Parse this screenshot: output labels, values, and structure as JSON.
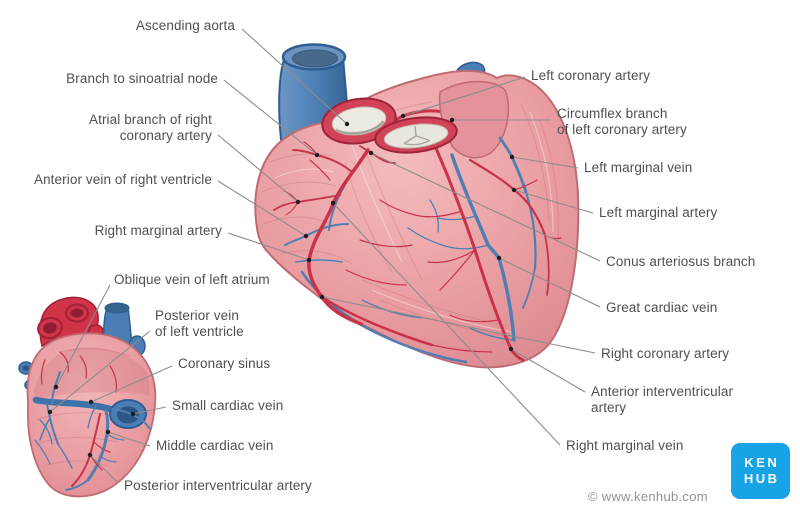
{
  "labels": {
    "main_left": [
      {
        "text": "Ascending aorta"
      },
      {
        "text": "Branch to sinoatrial node"
      },
      {
        "text": "Atrial branch of right\ncoronary artery"
      },
      {
        "text": "Anterior vein of right ventricle"
      },
      {
        "text": "Right marginal artery"
      }
    ],
    "main_right": [
      {
        "text": "Left coronary artery"
      },
      {
        "text": "Circumflex branch\nof left coronary artery"
      },
      {
        "text": "Left marginal vein"
      },
      {
        "text": "Left marginal artery"
      },
      {
        "text": "Conus arteriosus branch"
      },
      {
        "text": "Great cardiac vein"
      },
      {
        "text": "Right coronary artery"
      },
      {
        "text": "Anterior interventricular\nartery"
      },
      {
        "text": "Right marginal vein"
      }
    ],
    "small_heart": [
      {
        "text": "Oblique vein of left atrium"
      },
      {
        "text": "Posterior vein\nof left ventricle"
      },
      {
        "text": "Coronary sinus"
      },
      {
        "text": "Small cardiac vein"
      },
      {
        "text": "Middle cardiac vein"
      },
      {
        "text": "Posterior interventricular artery"
      }
    ]
  },
  "watermark": {
    "copyright": "© www.kenhub.com"
  },
  "logo": {
    "line1": "KEN",
    "line2": "HUB",
    "color": "#17a3e6"
  },
  "colors": {
    "artery_red": "#c93248",
    "vein_blue": "#4f7fb2",
    "vessel_blue": "#4a7eb5",
    "muscle_pink": "#e99da1",
    "leader_line": "#8c8c8c",
    "label_text": "#4f4f4f"
  }
}
